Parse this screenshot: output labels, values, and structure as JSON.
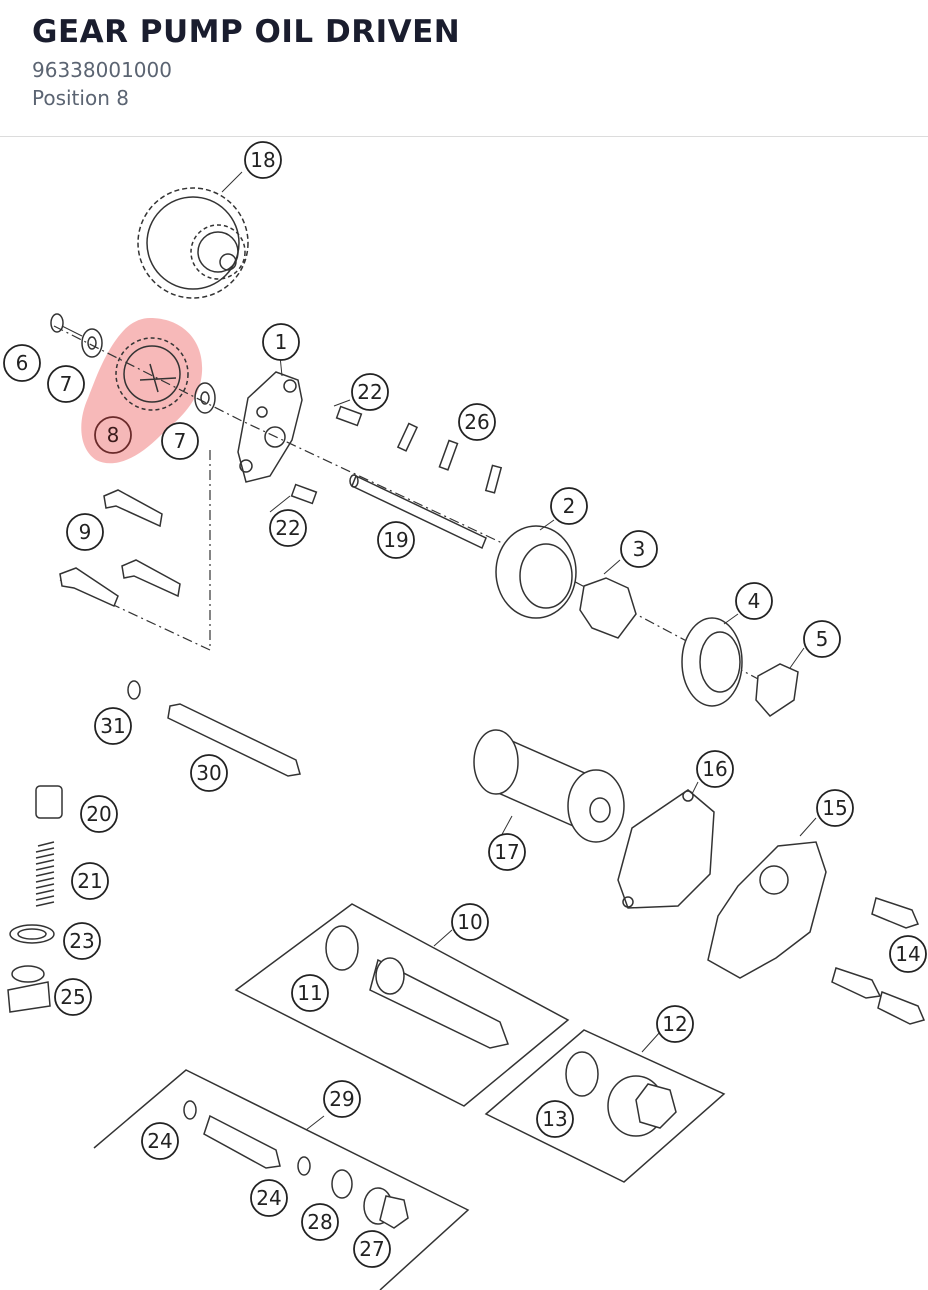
{
  "header": {
    "title": "GEAR PUMP OIL DRIVEN",
    "part_number": "96338001000",
    "position": "Position 8"
  },
  "diagram": {
    "highlighted_position": "8",
    "highlight_color": "#f08080",
    "callouts": {
      "c1": "1",
      "c2": "2",
      "c3": "3",
      "c4": "4",
      "c5": "5",
      "c6": "6",
      "c7a": "7",
      "c7b": "7",
      "c8": "8",
      "c9": "9",
      "c10": "10",
      "c11": "11",
      "c12": "12",
      "c13": "13",
      "c14": "14",
      "c15": "15",
      "c16": "16",
      "c17": "17",
      "c18": "18",
      "c19": "19",
      "c20": "20",
      "c21": "21",
      "c22a": "22",
      "c22b": "22",
      "c23": "23",
      "c24a": "24",
      "c24b": "24",
      "c25": "25",
      "c26": "26",
      "c27": "27",
      "c28": "28",
      "c29": "29",
      "c30": "30",
      "c31": "31"
    }
  }
}
